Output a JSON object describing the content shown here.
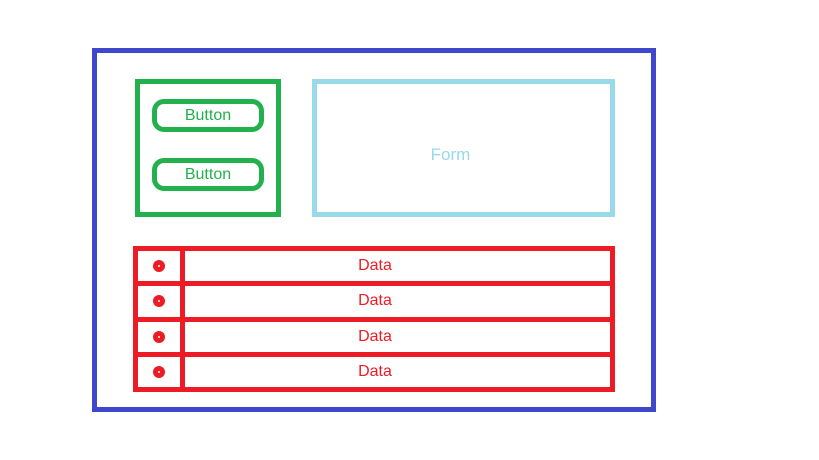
{
  "colors": {
    "canvas": "#ffffff",
    "frame_blue": "#3f48cc",
    "accent_green": "#22b14c",
    "form_blue": "#99d9ea",
    "table_red": "#ed1c24"
  },
  "button_panel": {
    "buttons": [
      {
        "label": "Button"
      },
      {
        "label": "Button"
      }
    ]
  },
  "form": {
    "label": "Form"
  },
  "data_table": {
    "rows": [
      {
        "icon": "radio-circle-icon",
        "label": "Data"
      },
      {
        "icon": "radio-circle-icon",
        "label": "Data"
      },
      {
        "icon": "radio-circle-icon",
        "label": "Data"
      },
      {
        "icon": "radio-circle-icon",
        "label": "Data"
      }
    ]
  }
}
